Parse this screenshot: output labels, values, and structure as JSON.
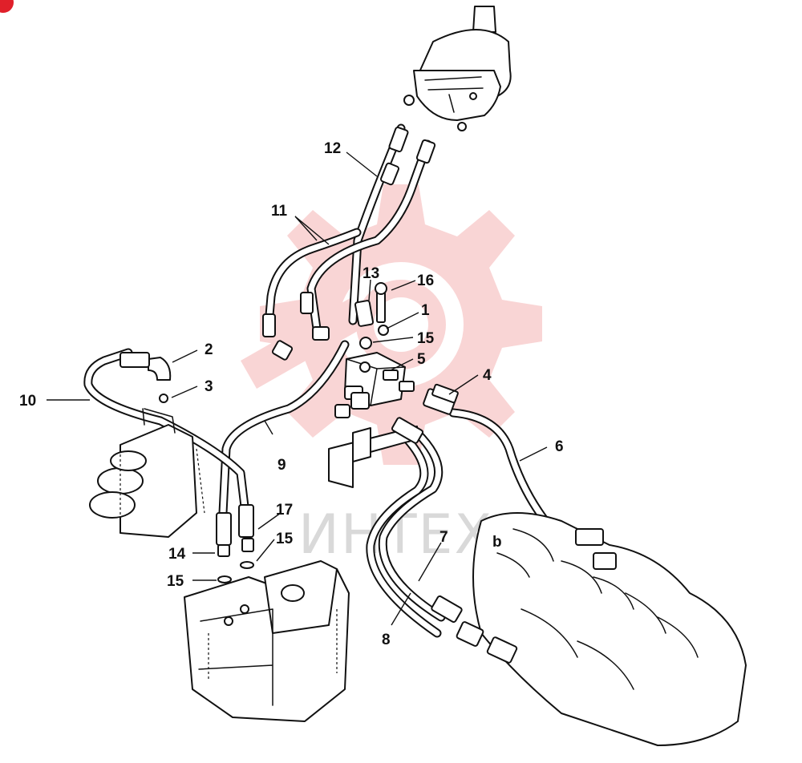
{
  "watermark": {
    "text": "ИНТЕХ",
    "gear_color": "#f5b4b4"
  },
  "callouts": {
    "c1": "1",
    "c2": "2",
    "c3": "3",
    "c4": "4",
    "c5": "5",
    "c6": "6",
    "c7": "7",
    "c8": "8",
    "c9": "9",
    "c10": "10",
    "c11": "11",
    "c12": "12",
    "c13": "13",
    "c14": "14",
    "c15a": "15",
    "c15b": "15",
    "c15c": "15",
    "c16": "16",
    "c17": "17"
  }
}
